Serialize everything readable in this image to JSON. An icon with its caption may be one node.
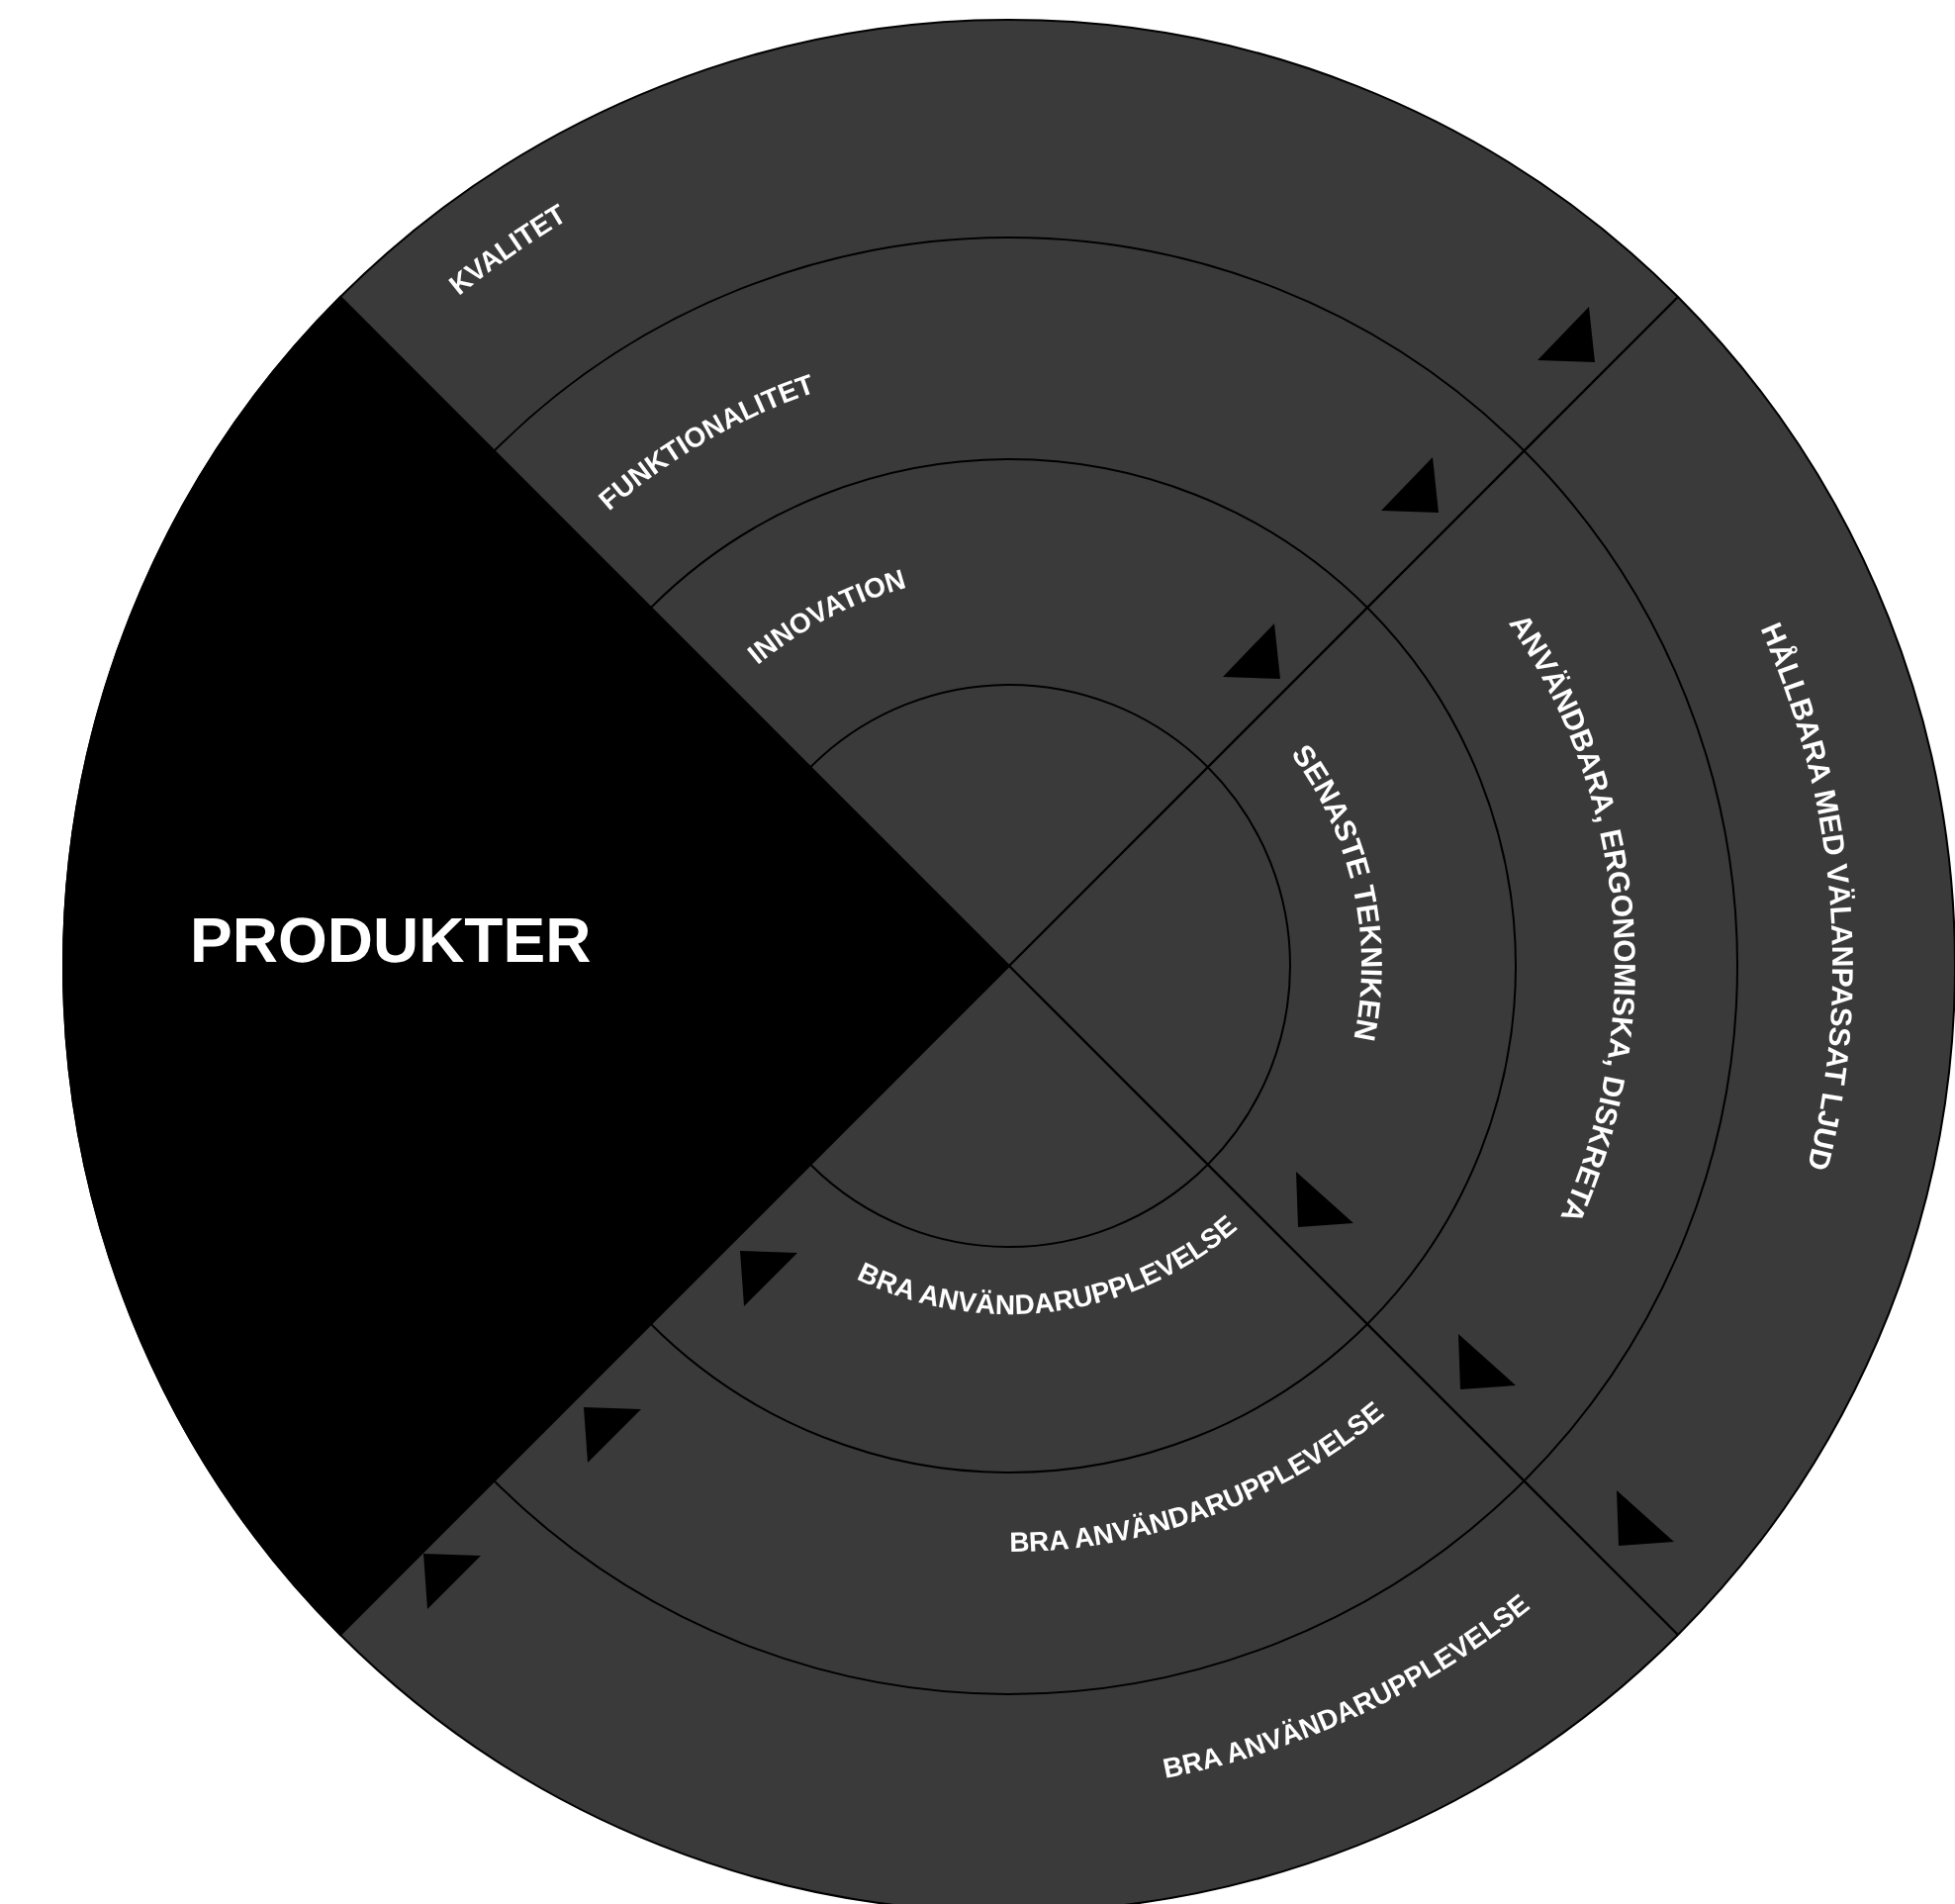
{
  "diagram": {
    "nodes": [
      {
        "text": [
          "KVALITET",
          "HÅLLBARA MED VÄLANPASSAT LJUD",
          "BRA ANVÄNDARUPPLEVELSE"
        ]
      },
      {
        "text": [
          "PRODUKTER"
        ],
        "in": 0
      },
      {
        "text": [
          "FUNKTIONALITET",
          "ANVÄNDBARA, ERGONOMISKA, DISKRETA",
          "BRA ANVÄNDARUPPLEVELSE"
        ],
        "in": 0
      },
      {
        "text": [
          "INNOVATION",
          "SENASTE TEKNIKEN",
          "BRA ANVÄNDARUPPLEVELSE"
        ],
        "in": 2
      },
      {
        "text": [],
        "shape": "circle",
        "in": 3
      }
    ]
  }
}
